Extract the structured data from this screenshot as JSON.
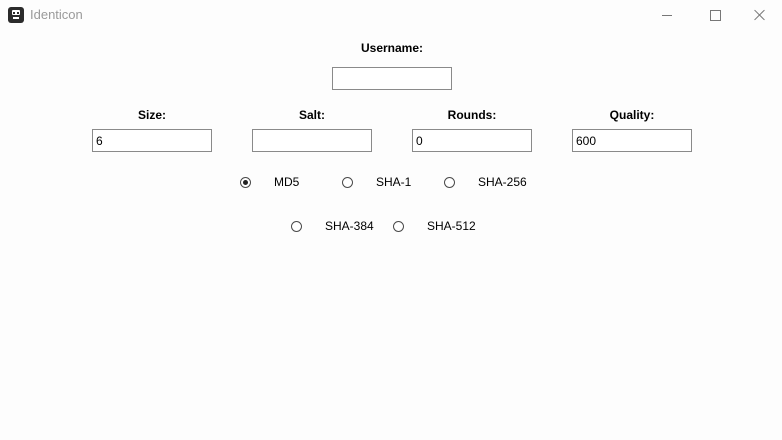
{
  "window": {
    "title": "Identicon"
  },
  "form": {
    "username": {
      "label": "Username:",
      "value": ""
    },
    "size": {
      "label": "Size:",
      "value": "6"
    },
    "salt": {
      "label": "Salt:",
      "value": ""
    },
    "rounds": {
      "label": "Rounds:",
      "value": "0"
    },
    "quality": {
      "label": "Quality:",
      "value": "600"
    }
  },
  "hash_options": [
    {
      "label": "MD5",
      "checked": true
    },
    {
      "label": "SHA-1",
      "checked": false
    },
    {
      "label": "SHA-256",
      "checked": false
    },
    {
      "label": "SHA-384",
      "checked": false
    },
    {
      "label": "SHA-512",
      "checked": false
    }
  ]
}
